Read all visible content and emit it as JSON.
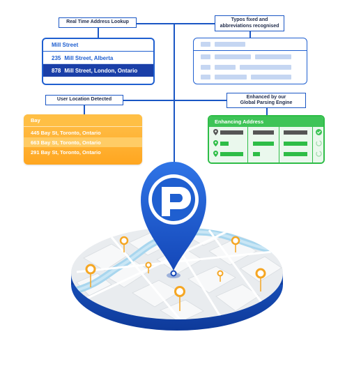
{
  "labels": {
    "lookup": "Real Time Address Lookup",
    "typos_line1": "Typos fixed and",
    "typos_line2": "abbreviations recognised",
    "location": "User Location Detected",
    "enhanced_line1": "Enhanced by our",
    "enhanced_line2": "Global Parsing Engine"
  },
  "lookup_card": {
    "query": "Mill Street",
    "results": [
      {
        "num": "235",
        "text": "Mill Street, Alberta",
        "selected": false
      },
      {
        "num": "878",
        "text": "Mill Street, London, Ontario",
        "selected": true
      }
    ]
  },
  "location_card": {
    "query": "Bay",
    "results": [
      "445 Bay St, Toronto, Ontario",
      "663 Bay St, Toronto, Ontario",
      "291 Bay St, Toronto, Ontario"
    ]
  },
  "enhance_card": {
    "title": "Enhancing Address"
  },
  "colors": {
    "brand_blue": "#1f5fd0",
    "orange": "#ffb030",
    "green": "#2ebd47"
  }
}
